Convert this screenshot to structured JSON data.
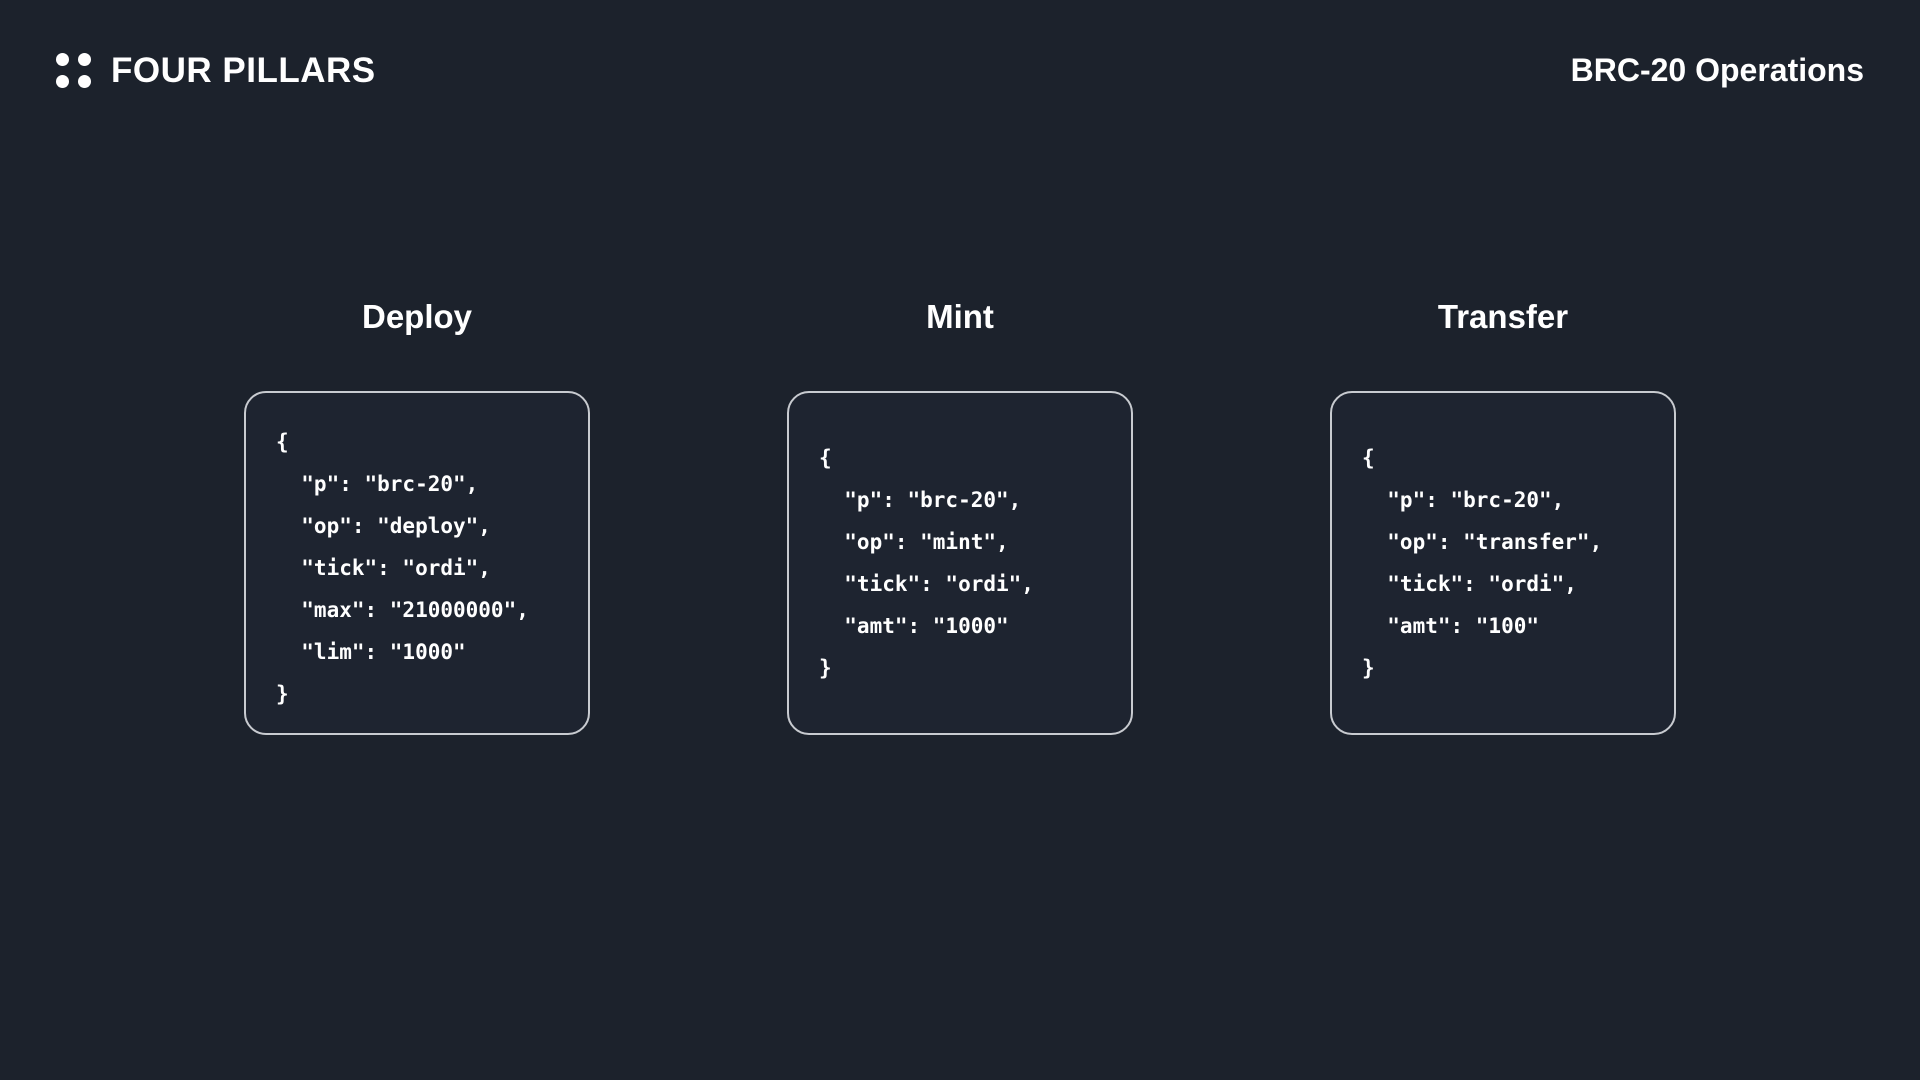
{
  "header": {
    "brand_name": "FOUR PILLARS",
    "logo_icon": "four-dots-grid-icon",
    "deck_title": "BRC-20 Operations"
  },
  "colors": {
    "background": "#1c222c",
    "card_background": "#1e2430",
    "card_border": "#c8cbd0",
    "text": "#ffffff"
  },
  "cards": [
    {
      "title": "Deploy",
      "code": "{\n  \"p\": \"brc-20\",\n  \"op\": \"deploy\",\n  \"tick\": \"ordi\",\n  \"max\": \"21000000\",\n  \"lim\": \"1000\"\n}",
      "fields": {
        "p": "brc-20",
        "op": "deploy",
        "tick": "ordi",
        "max": "21000000",
        "lim": "1000"
      }
    },
    {
      "title": "Mint",
      "code": "{\n  \"p\": \"brc-20\",\n  \"op\": \"mint\",\n  \"tick\": \"ordi\",\n  \"amt\": \"1000\"\n}",
      "fields": {
        "p": "brc-20",
        "op": "mint",
        "tick": "ordi",
        "amt": "1000"
      }
    },
    {
      "title": "Transfer",
      "code": "{\n  \"p\": \"brc-20\",\n  \"op\": \"transfer\",\n  \"tick\": \"ordi\",\n  \"amt\": \"100\"\n}",
      "fields": {
        "p": "brc-20",
        "op": "transfer",
        "tick": "ordi",
        "amt": "100"
      }
    }
  ]
}
